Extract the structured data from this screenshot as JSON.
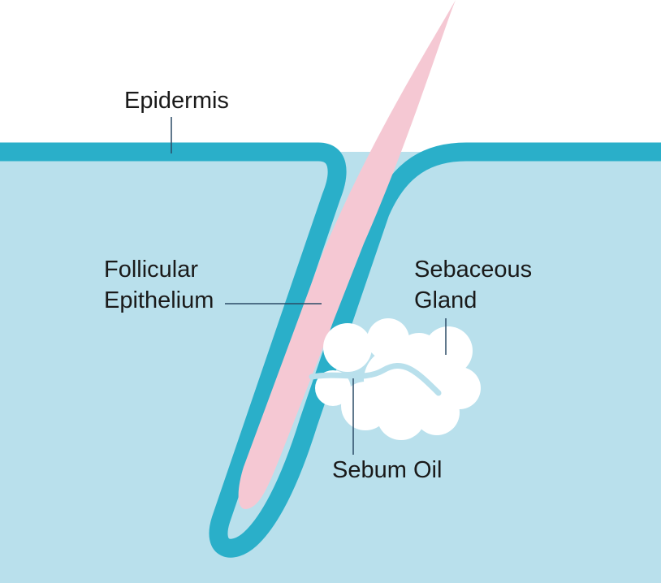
{
  "labels": {
    "epidermis": "Epidermis",
    "follicular_line1": "Follicular",
    "follicular_line2": "Epithelium",
    "sebaceous_line1": "Sebaceous",
    "sebaceous_line2": "Gland",
    "sebum_oil": "Sebum Oil"
  },
  "colors": {
    "dermis": "#b9e0ec",
    "epidermis": "#2aafc9",
    "hair": "#f5c8d3",
    "gland": "#ffffff",
    "leader": "#2b4b66",
    "text": "#1a1a1a"
  }
}
